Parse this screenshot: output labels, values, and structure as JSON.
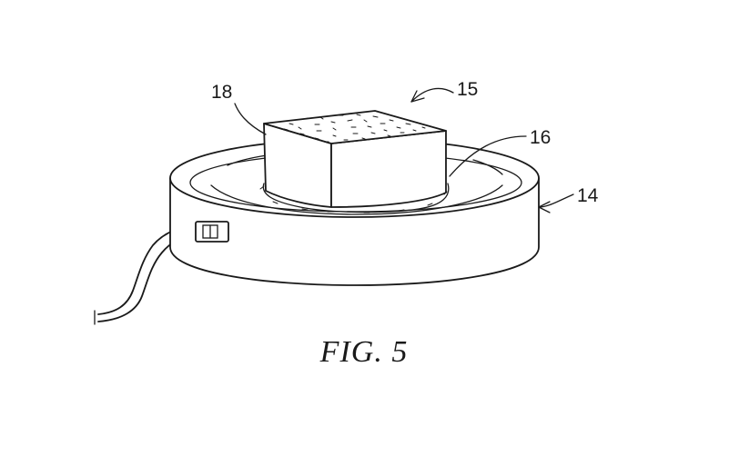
{
  "figure": {
    "caption": "FIG. 5",
    "labels": {
      "block": "18",
      "assembly": "15",
      "pad": "16",
      "base": "14"
    }
  }
}
